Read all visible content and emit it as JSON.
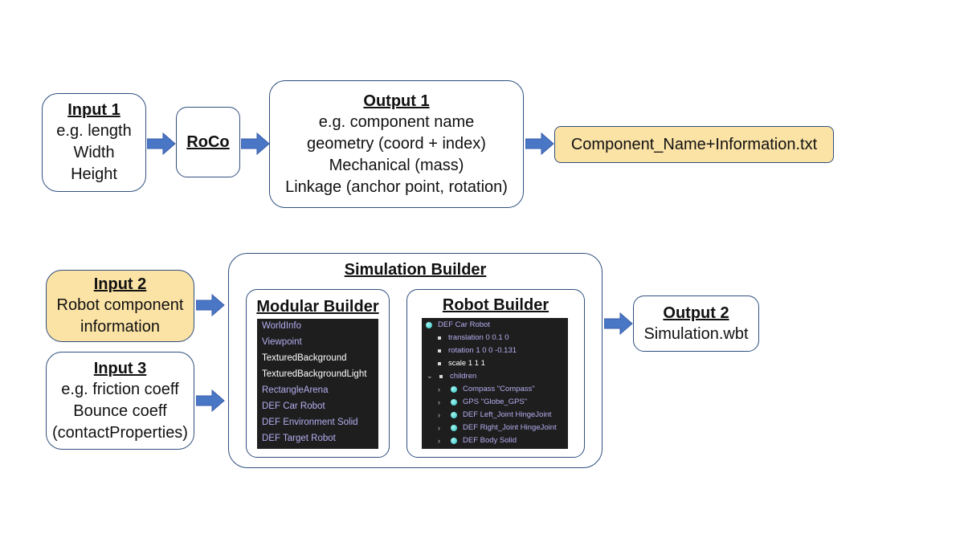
{
  "input1": {
    "title": "Input 1",
    "lines": [
      "e.g. length",
      "Width",
      "Height"
    ]
  },
  "roco": {
    "title": "RoCo"
  },
  "output1": {
    "title": "Output 1",
    "lines": [
      "e.g. component name",
      "geometry (coord + index)",
      "Mechanical (mass)",
      "Linkage (anchor point, rotation)"
    ]
  },
  "component_file": {
    "label": "Component_Name+Information.txt"
  },
  "input2": {
    "title": "Input 2",
    "lines": [
      "Robot component",
      "information"
    ]
  },
  "input3": {
    "title": "Input 3",
    "lines": [
      "e.g. friction coeff",
      "Bounce coeff",
      "(contactProperties)"
    ]
  },
  "simulation_builder": {
    "title": "Simulation Builder"
  },
  "modular_builder": {
    "title": "Modular Builder",
    "items": [
      {
        "label": "WorldInfo",
        "color": "#b4aef0"
      },
      {
        "label": "Viewpoint",
        "color": "#b4aef0"
      },
      {
        "label": "TexturedBackground",
        "color": "#ffffff"
      },
      {
        "label": "TexturedBackgroundLight",
        "color": "#ffffff"
      },
      {
        "label": "RectangleArena",
        "color": "#b4aef0"
      },
      {
        "label": "DEF Car Robot",
        "color": "#b4aef0"
      },
      {
        "label": "DEF Environment Solid",
        "color": "#b4aef0"
      },
      {
        "label": "DEF Target Robot",
        "color": "#b4aef0"
      }
    ]
  },
  "robot_builder": {
    "title": "Robot Builder",
    "items": [
      {
        "label": "DEF Car Robot",
        "marker": "teal-dot",
        "chevron": "",
        "color": "#b4aef0"
      },
      {
        "label": "translation 0 0.1 0",
        "marker": "square",
        "chevron": "",
        "color": "#b4aef0"
      },
      {
        "label": "rotation 1 0 0 -0.131",
        "marker": "square",
        "chevron": "",
        "color": "#b4aef0"
      },
      {
        "label": "scale 1 1 1",
        "marker": "square",
        "chevron": "",
        "color": "#ffffff"
      },
      {
        "label": "children",
        "marker": "square",
        "chevron": "⌄",
        "color": "#b4aef0"
      },
      {
        "label": "Compass \"Compass\"",
        "marker": "teal-dot",
        "chevron": "›",
        "color": "#b4aef0"
      },
      {
        "label": "GPS \"Globe_GPS\"",
        "marker": "teal-dot",
        "chevron": "›",
        "color": "#b4aef0"
      },
      {
        "label": "DEF Left_Joint HingeJoint",
        "marker": "teal-dot",
        "chevron": "›",
        "color": "#b4aef0"
      },
      {
        "label": "DEF Right_Joint HingeJoint",
        "marker": "teal-dot",
        "chevron": "›",
        "color": "#b4aef0"
      },
      {
        "label": "DEF Body Solid",
        "marker": "teal-dot",
        "chevron": "›",
        "color": "#b4aef0"
      }
    ]
  },
  "output2": {
    "title": "Output 2",
    "lines": [
      "Simulation.wbt"
    ]
  },
  "colors": {
    "border": "#2f4f7f",
    "arrow": "#4a76c6",
    "highlight": "#fbe3a6",
    "panel": "#1e1e1e"
  }
}
